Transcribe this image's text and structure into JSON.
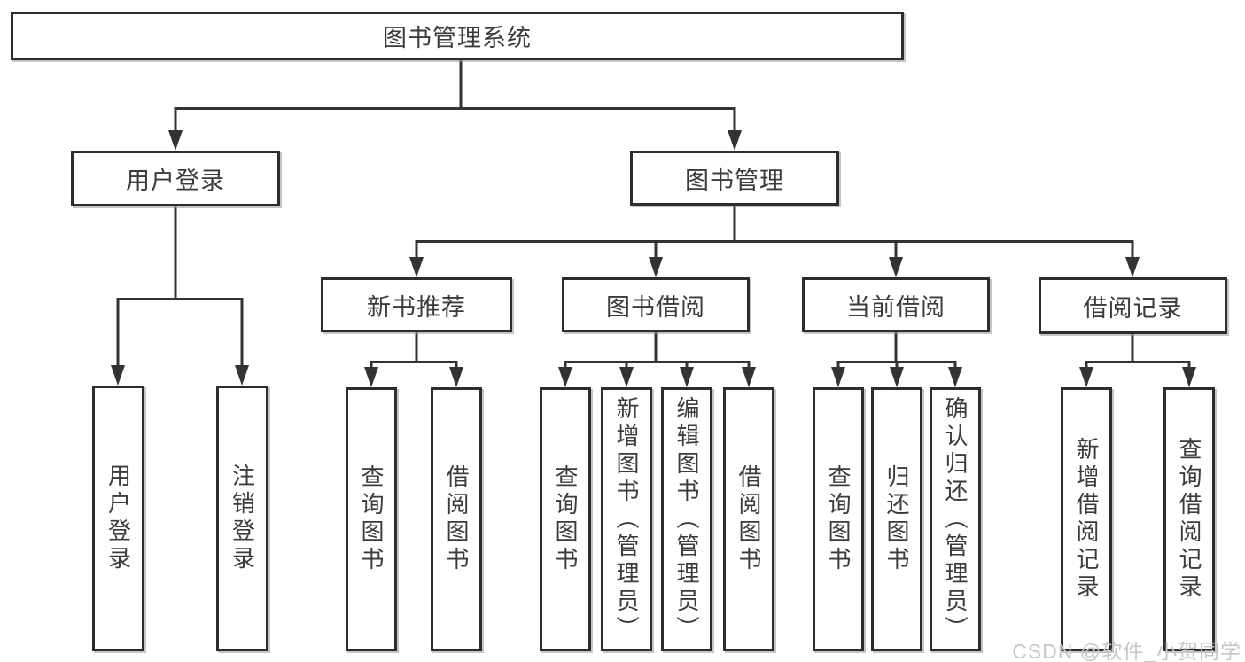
{
  "diagram": {
    "root": {
      "label": "图书管理系统"
    },
    "level2": [
      {
        "id": "user-login",
        "label": "用户登录"
      },
      {
        "id": "book-management",
        "label": "图书管理"
      }
    ],
    "level3": [
      {
        "id": "new-book-recommend",
        "label": "新书推荐"
      },
      {
        "id": "book-borrowing",
        "label": "图书借阅"
      },
      {
        "id": "current-borrowing",
        "label": "当前借阅"
      },
      {
        "id": "borrowing-records",
        "label": "借阅记录"
      }
    ],
    "leaves": {
      "user_login": [
        {
          "label": "用户登录"
        },
        {
          "label": "注销登录"
        }
      ],
      "new_book_recommend": [
        {
          "label": "查询图书"
        },
        {
          "label": "借阅图书"
        }
      ],
      "book_borrowing": [
        {
          "label": "查询图书"
        },
        {
          "label": "新增图书（管理员）"
        },
        {
          "label": "编辑图书（管理员）"
        },
        {
          "label": "借阅图书"
        }
      ],
      "current_borrowing": [
        {
          "label": "查询图书"
        },
        {
          "label": "归还图书"
        },
        {
          "label": "确认归还（管理员）"
        }
      ],
      "borrowing_records": [
        {
          "label": "新增借阅记录"
        },
        {
          "label": "查询借阅记录"
        }
      ]
    }
  },
  "watermark": {
    "text": "CSDN @软件_小贺同学"
  },
  "colors": {
    "background": "#ffffff",
    "box_border": "#2d2d2d",
    "line": "#333333",
    "text": "#3b3b3b",
    "watermark": "#c7c7c7"
  }
}
